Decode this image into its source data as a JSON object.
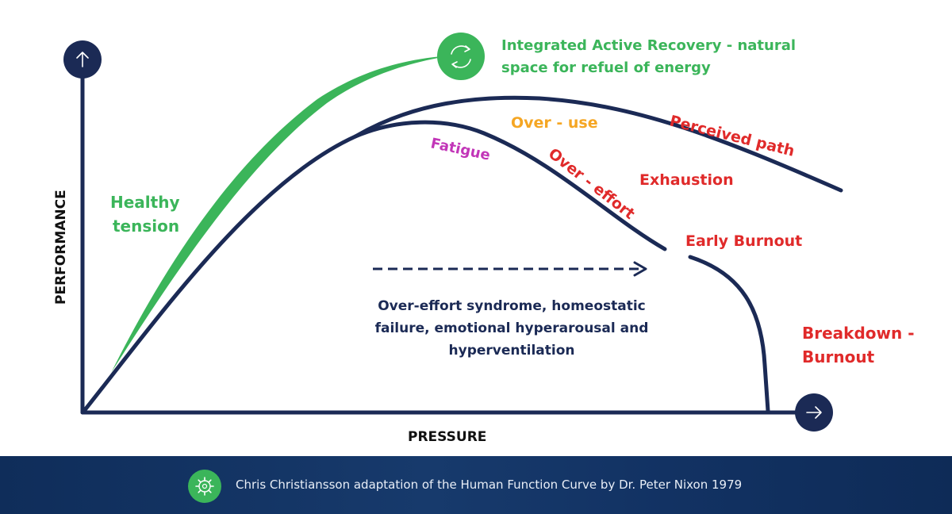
{
  "axes": {
    "y_title": "PERFORMANCE",
    "x_title": "PRESSURE"
  },
  "labels": {
    "recovery": "Integrated Active Recovery - natural space for refuel of energy",
    "recovery_line1": "Integrated Active Recovery - natural",
    "recovery_line2": "space for refuel of energy",
    "healthy_line1": "Healthy",
    "healthy_line2": "tension",
    "over_use": "Over - use",
    "fatigue": "Fatigue",
    "over_effort": "Over - effort",
    "perceived_path": "Perceived path",
    "exhaustion": "Exhaustion",
    "early_burnout": "Early Burnout",
    "breakdown_line1": "Breakdown -",
    "breakdown_line2": "Burnout",
    "syndrome_line1": "Over-effort syndrome, homeostatic",
    "syndrome_line2": "failure, emotional hyperarousal and",
    "syndrome_line3": "hyperventilation"
  },
  "footer": {
    "credit": "Chris Christiansson adaptation of the Human Function Curve by Dr. Peter Nixon 1979",
    "icon": "gear-icon"
  },
  "icons": {
    "y_axis_end": "arrow-up-icon",
    "x_axis_end": "arrow-right-icon",
    "recovery": "refresh-icon"
  },
  "colors": {
    "navy": "#1b2a55",
    "green": "#3bb55a",
    "red": "#e02a2a",
    "orange": "#f5a623",
    "magenta": "#c236b8",
    "footer_bg": "#0f2d5a"
  }
}
